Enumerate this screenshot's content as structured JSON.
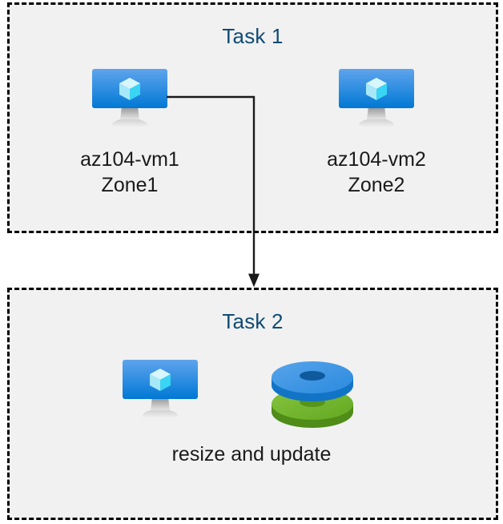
{
  "diagram": {
    "title_color": "#0f4c75",
    "label_color": "#1a1a1a",
    "group_fill": "#f1f1f1",
    "group_border": "#000000",
    "connector_color": "#1a1a1a",
    "groups": [
      {
        "id": "task1",
        "title": "Task 1",
        "nodes": [
          {
            "id": "vm1",
            "icon": "azure-virtual-machine-icon",
            "label": "az104-vm1\nZone1"
          },
          {
            "id": "vm2",
            "icon": "azure-virtual-machine-icon",
            "label": "az104-vm2\nZone2"
          }
        ]
      },
      {
        "id": "task2",
        "title": "Task 2",
        "nodes": [
          {
            "id": "t2vm",
            "icon": "azure-virtual-machine-icon",
            "label": ""
          },
          {
            "id": "t2disk",
            "icon": "azure-managed-disks-icon",
            "label": ""
          }
        ],
        "caption": "resize and update"
      }
    ],
    "connectors": [
      {
        "id": "vm1-to-task2",
        "from": "vm1",
        "to": "task2",
        "style": "elbow-arrow"
      }
    ],
    "icon_colors": {
      "monitor_top": "#4f9ae9",
      "monitor_bottom": "#0078d4",
      "cube_light": "#c3f1fb",
      "cube_mid": "#9fe5f7",
      "cube_bright": "#32d5f5",
      "stand_dark": "#8a8a8a",
      "stand_light": "#e3e3e3",
      "disk_blue_top": "#3d96e0",
      "disk_blue_side": "#1b84d8",
      "disk_blue_hole": "#115e9e",
      "disk_green_top": "#73ba2a",
      "disk_green_side": "#5c9c1e",
      "disk_green_hole": "#5f9c22"
    }
  }
}
